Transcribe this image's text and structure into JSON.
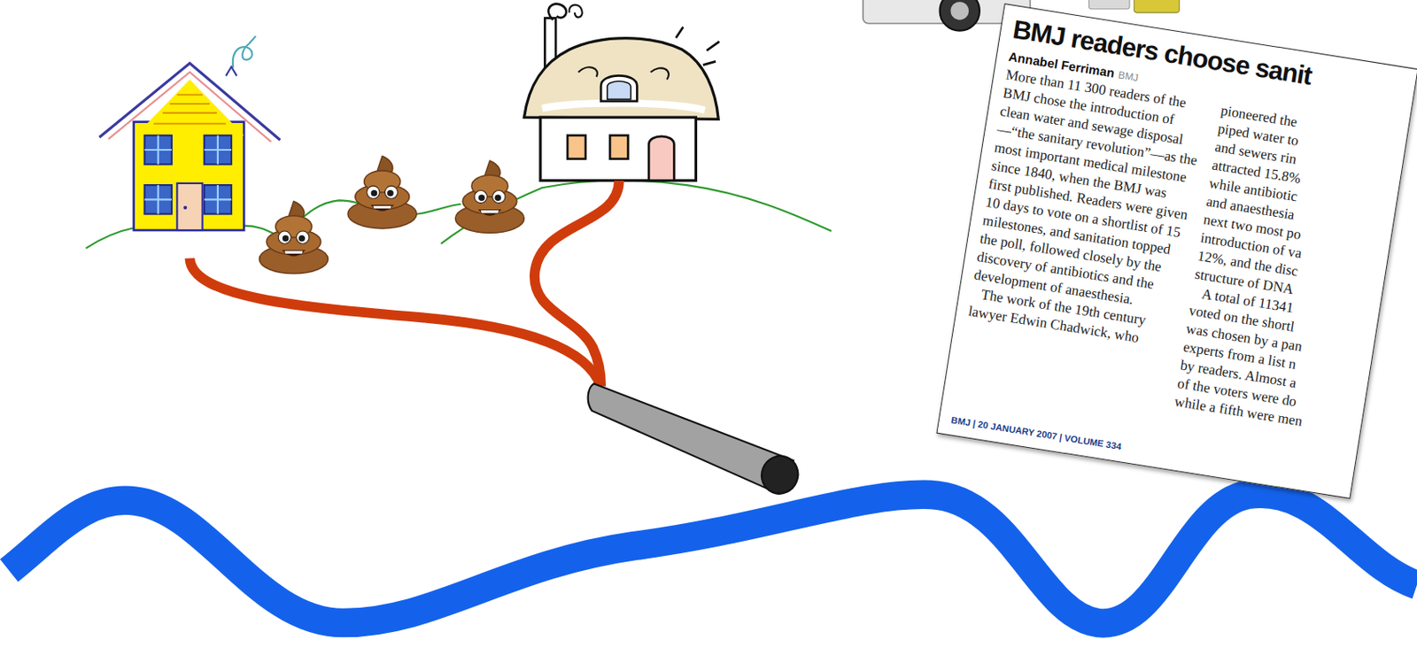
{
  "diagram": {
    "nodes": [
      {
        "text": [
          "BMJ readers choose sanit",
          "Annabel Ferriman",
          "BMJ",
          "More than 11 300 readers of the BMJ chose the introduction of clean water and sewage disposal—“the sanitary revolution”—as the most important medical milestone since 1840, when the BMJ was first published. Readers were given 10 days to vote on a shortlist of 15 milestones, and sanitation topped the poll, followed closely by the discovery of antibiotics and the development of anaesthesia.",
          "The work of the 19th century lawyer Edwin Chadwick, who",
          "pioneered the",
          "piped water to",
          "and sewers rin",
          "attracted 15.8%",
          "while antibiotic",
          "and anaesthesia",
          "next two most po",
          "introduction of va",
          "12%, and the disc",
          "structure of DNA",
          "A total of 11341",
          "voted on the shortl",
          "was chosen by a pan",
          "experts from a list n",
          "by readers. Almost a",
          "of the voters were do",
          "while a fifth were men",
          "BMJ | 20 JANUARY 2007 | VOLUME 334"
        ]
      }
    ]
  }
}
